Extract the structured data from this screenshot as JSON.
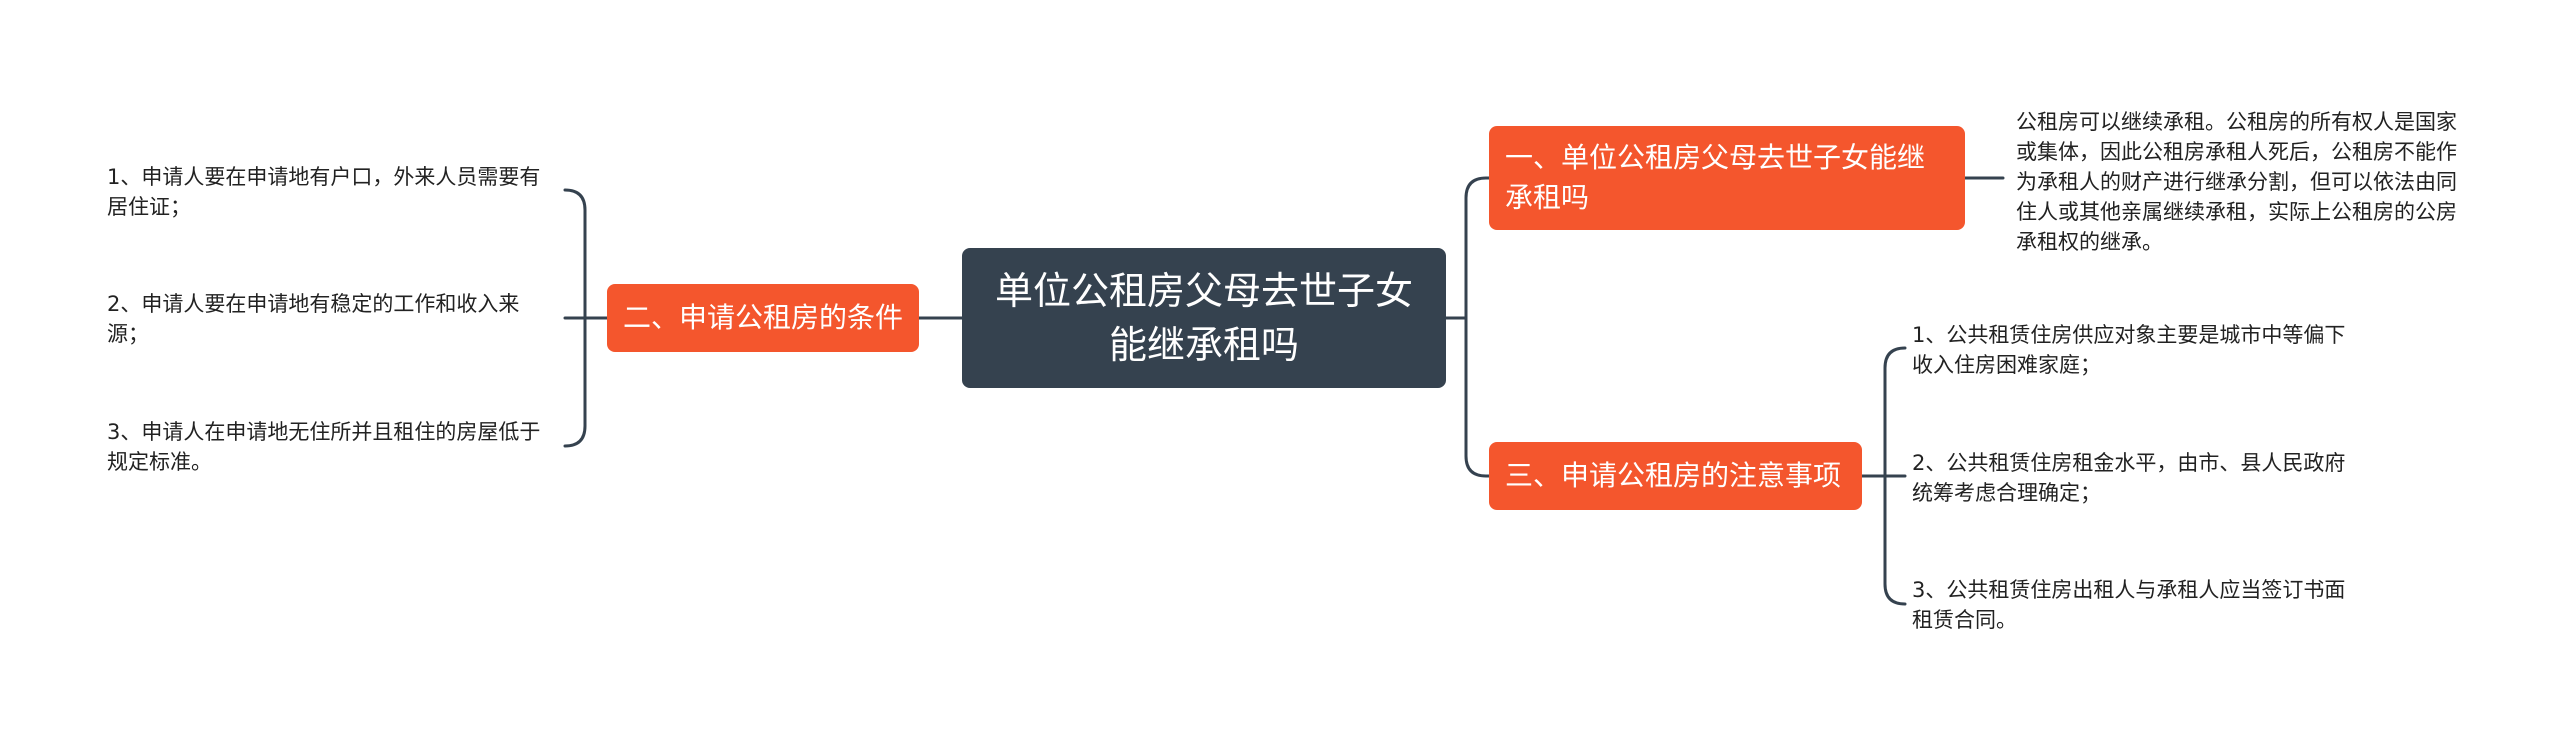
{
  "mindmap": {
    "root": {
      "title": "单位公租房父母去世子女能继承租吗"
    },
    "branches": [
      {
        "title": "一、单位公租房父母去世子女能继承租吗",
        "items": [
          "公租房可以继续承租。公租房的所有权人是国家或集体，因此公租房承租人死后，公租房不能作为承租人的财产进行继承分割，但可以依法由同住人或其他亲属继续承租，实际上公租房的公房承租权的继承。"
        ]
      },
      {
        "title": "二、申请公租房的条件",
        "items": [
          "1、申请人要在申请地有户口，外来人员需要有居住证；",
          "2、申请人要在申请地有稳定的工作和收入来源；",
          "3、申请人在申请地无住所并且租住的房屋低于规定标准。"
        ]
      },
      {
        "title": "三、申请公租房的注意事项",
        "items": [
          "1、公共租赁住房供应对象主要是城市中等偏下收入住房困难家庭；",
          "2、公共租赁住房租金水平，由市、县人民政府统筹考虑合理确定；",
          "3、公共租赁住房出租人与承租人应当签订书面租赁合同。"
        ]
      }
    ]
  },
  "colors": {
    "root_fill": "#35424f",
    "branch_fill": "#f4562d",
    "connector": "#35424f",
    "text_dark": "#222222",
    "background": "#ffffff"
  }
}
